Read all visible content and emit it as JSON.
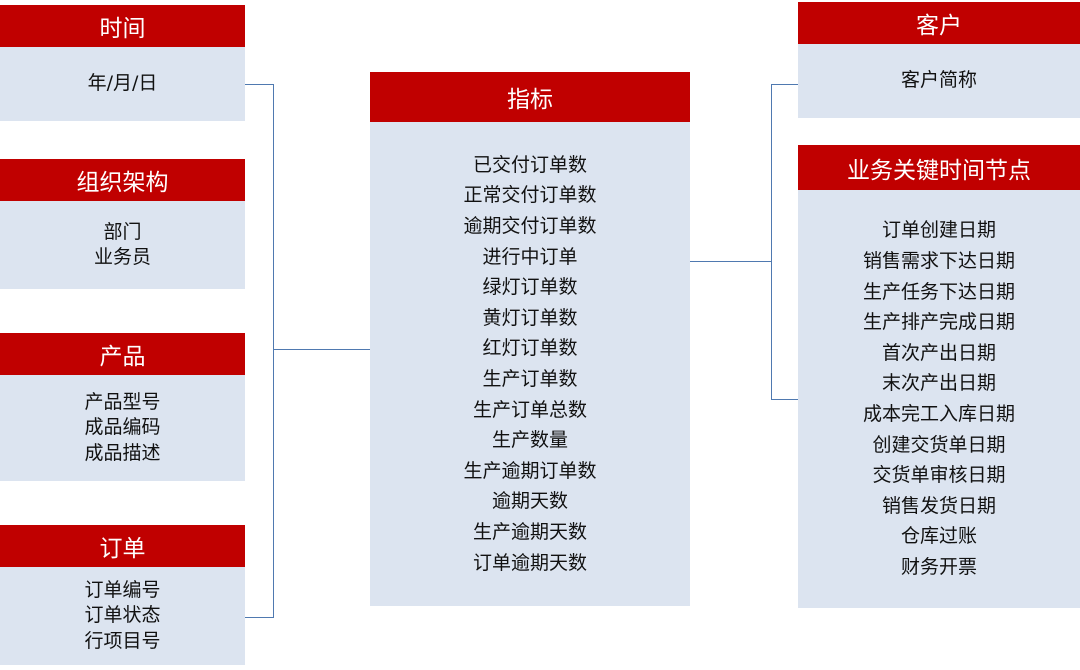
{
  "time": {
    "title": "时间",
    "items": [
      "年/月/日"
    ]
  },
  "org": {
    "title": "组织架构",
    "items": [
      "部门",
      "业务员"
    ]
  },
  "product": {
    "title": "产品",
    "items": [
      "产品型号",
      "成品编码",
      "成品描述"
    ]
  },
  "order": {
    "title": "订单",
    "items": [
      "订单编号",
      "订单状态",
      "行项目号"
    ]
  },
  "metrics": {
    "title": "指标",
    "items": [
      "已交付订单数",
      "正常交付订单数",
      "逾期交付订单数",
      "进行中订单",
      "绿灯订单数",
      "黄灯订单数",
      "红灯订单数",
      "生产订单数",
      "生产订单总数",
      "生产数量",
      "生产逾期订单数",
      "逾期天数",
      "生产逾期天数",
      "订单逾期天数"
    ]
  },
  "customer": {
    "title": "客户",
    "items": [
      "客户简称"
    ]
  },
  "milestones": {
    "title": "业务关键时间节点",
    "items": [
      "订单创建日期",
      "销售需求下达日期",
      "生产任务下达日期",
      "生产排产完成日期",
      "首次产出日期",
      "末次产出日期",
      "成本完工入库日期",
      "创建交货单日期",
      "交货单审核日期",
      "销售发货日期",
      "仓库过账",
      "财务开票"
    ]
  },
  "colors": {
    "header": "#c00000",
    "body": "#dce4f0",
    "connector": "#4f79b0"
  }
}
